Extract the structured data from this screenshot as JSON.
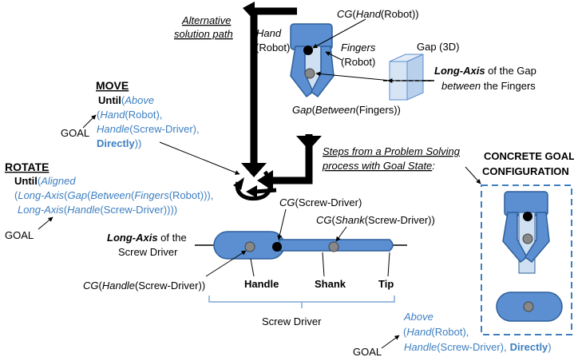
{
  "colors": {
    "blue_text": "#3d7fc0",
    "part_fill": "#5b8fd1",
    "part_stroke": "#2e5f9a",
    "light_fill": "#cfe0f3",
    "arrow": "#000000",
    "bracket": "#7fa7d6"
  },
  "top_path": {
    "alt_line1": "Alternative",
    "alt_line2": "solution path",
    "hand_label": "Hand",
    "hand_arg": "(Robot)",
    "cg_hand": {
      "cg": "CG",
      "open": "(",
      "hand": "Hand",
      "rest": "(Robot))"
    },
    "fingers_label": "Fingers",
    "fingers_arg": "(Robot)",
    "gap3d": "Gap (3D)",
    "long_axis_gap_bold": "Long-Axis",
    "long_axis_gap_rest": " of the Gap",
    "between_italic": "between",
    "between_rest": " the Fingers",
    "gap_between": {
      "gap": "Gap",
      "open": "(",
      "between": "Between",
      "rest": "(Fingers))"
    }
  },
  "move": {
    "title": "MOVE",
    "until": "Until",
    "open": "(",
    "above": "Above",
    "hand_open": "(",
    "hand": "Hand",
    "hand_rest": "(Robot),",
    "handle": "Handle",
    "handle_rest": "(Screw-Driver),",
    "directly": "Directly",
    "close": "))",
    "goal": "GOAL"
  },
  "rotate": {
    "title": "ROTATE",
    "until": "Until",
    "open": "(",
    "aligned": "Aligned",
    "line2_open": "(",
    "long_axis": "Long-Axis",
    "open2": "(",
    "gap": "Gap",
    "open3": "(",
    "between": "Between",
    "open4": "(",
    "fingers": "Fingers",
    "fingers_rest": "(Robot))),",
    "long_axis2": "Long-Axis",
    "open5": "(",
    "handle": "Handle",
    "handle_rest": "(Screw-Driver))))",
    "goal": "GOAL"
  },
  "steps": {
    "line1": "Steps from a Problem Solving",
    "line2": "process with Goal State",
    "colon": ":"
  },
  "concrete": {
    "line1": "CONCRETE GOAL",
    "line2": "CONFIGURATION"
  },
  "screwdriver": {
    "cg_sd": {
      "cg": "CG",
      "rest": "(Screw-Driver)"
    },
    "cg_shank": {
      "cg": "CG",
      "open": "(",
      "shank": "Shank",
      "rest": "(Screw-Driver))"
    },
    "long_axis_bold": "Long-Axis",
    "long_axis_rest": " of the",
    "long_axis_line2": "Screw Driver",
    "cg_handle": {
      "cg": "CG",
      "open": "(",
      "handle": "Handle",
      "rest": "(Screw-Driver))"
    },
    "handle": "Handle",
    "shank": "Shank",
    "tip": "Tip",
    "caption": "Screw Driver"
  },
  "bottom_goal": {
    "above": "Above",
    "hand_open": "(",
    "hand": "Hand",
    "hand_rest": "(Robot),",
    "handle": "Handle",
    "handle_rest": "(Screw-Driver),",
    "directly": "Directly",
    "close": ")",
    "goal": "GOAL"
  }
}
